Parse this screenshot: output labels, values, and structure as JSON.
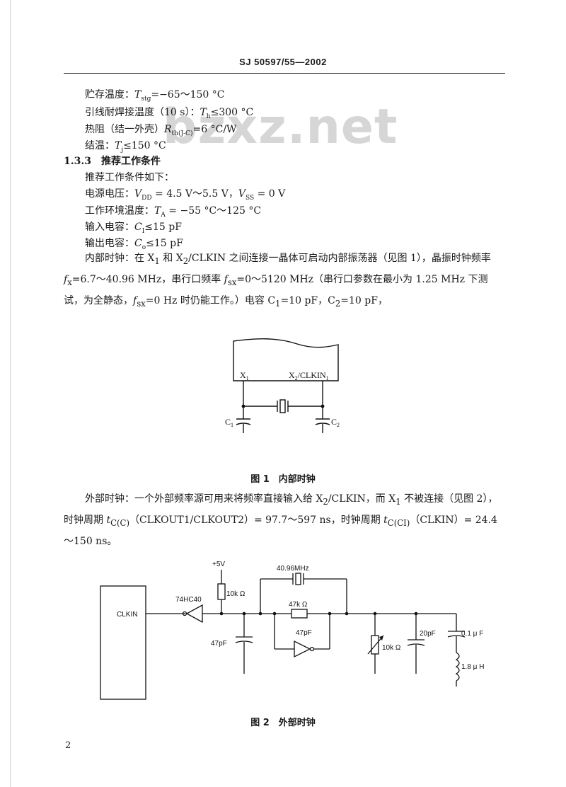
{
  "header": "SJ 50597/55—2002",
  "watermark": "bzxz.net",
  "lines": {
    "storage": [
      "贮存温度：",
      "T",
      "stg",
      "=−65～150 °C"
    ],
    "solder": [
      "引线耐焊接温度（10 s）：",
      "T",
      "h",
      "≤300 °C"
    ],
    "thermal": [
      "热阻（结一外壳）",
      "R",
      "th(J-C)",
      "=6 °C/W"
    ],
    "junction": [
      "结温：",
      "T",
      "j",
      "≤150 °C"
    ],
    "section": "1.3.3　推荐工作条件",
    "intro": "推荐工作条件如下：",
    "supply": [
      "电源电压：",
      "V",
      "DD",
      " = 4.5 V～5.5 V，",
      "V",
      "SS",
      " = 0 V"
    ],
    "ambient": [
      "工作环境温度：",
      "T",
      "A",
      " = −55 °C～125 °C"
    ],
    "cin": [
      "输入电容：",
      "C",
      "I",
      "≤15 pF"
    ],
    "cout": [
      "输出电容：",
      "C",
      "o",
      "≤15 pF"
    ]
  },
  "para1": [
    "内部时钟：在 X",
    "1",
    " 和 X",
    "2",
    "/CLKIN 之间连接一晶体可启动内部振荡器（见图 1），晶振时钟频率",
    "f",
    "x",
    "=6.7～40.96 MHz，串行口频率 ",
    "f",
    "sx",
    "=0～5120 MHz（串行口参数在最小为 1.25 MHz 下测试，为全静态，",
    "f",
    "sx",
    "=0 Hz 时仍能工作。）电容 C",
    "1",
    "=10 pF，C",
    "2",
    "=10 pF，"
  ],
  "fig1": {
    "x1": "X",
    "x1_sub": "1",
    "x2": "X",
    "x2_sub": "2",
    "x2_rest": "/CLKIN",
    "x2_sub2": "1",
    "c1": "C",
    "c1_sub": "1",
    "c2": "C",
    "c2_sub": "2",
    "caption": "图 1　内部时钟"
  },
  "para2": [
    "外部时钟：一个外部频率源可用来将频率直接输入给 X",
    "2",
    "/CLKIN，而 X",
    "1",
    " 不被连接（见图 2），时钟周期 ",
    "t",
    "C(C)",
    "（CLKOUT1/CLKOUT2）= 97.7～597 ns，时钟周期 ",
    "t",
    "C(CI)",
    "（CLKIN）= 24.4～150 ns。"
  ],
  "fig2": {
    "vplus": "+5V",
    "crystal": "40.96MHz",
    "r_pullup": "10k Ω",
    "gate": "74HC40",
    "clkin": "CLKIN",
    "r47k": "47k Ω",
    "c47_top": "47pF",
    "c47_left": "47pF",
    "pot": "10k Ω",
    "c20": "20pF",
    "c01": "0.1 μ F",
    "l18": "1.8 μ H",
    "caption": "图 2　外部时钟"
  },
  "page_number": "2"
}
